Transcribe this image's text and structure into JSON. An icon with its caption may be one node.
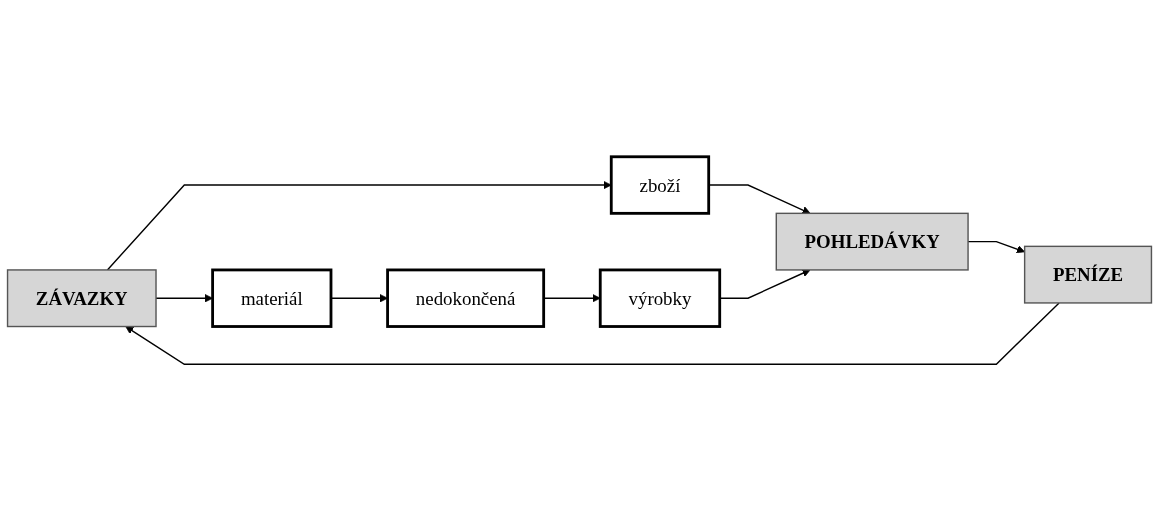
{
  "diagram": {
    "nodes": [
      {
        "text": [
          "ZÁVAZKY"
        ]
      },
      {
        "text": [
          "zboží"
        ]
      },
      {
        "text": [
          "POHLEDÁVKY"
        ]
      },
      {
        "text": [
          "materiál"
        ]
      },
      {
        "text": [
          "nedokončená"
        ]
      },
      {
        "text": [
          "výrobky"
        ]
      },
      {
        "text": [
          "PENÍZE"
        ]
      }
    ],
    "edges": [
      {
        "from": 0,
        "to": 1,
        "arrow": "to"
      },
      {
        "from": 1,
        "to": 2,
        "arrow": "to"
      },
      {
        "from": 0,
        "to": 3,
        "arrow": "to"
      },
      {
        "from": 3,
        "to": 4,
        "arrow": "to"
      },
      {
        "from": 4,
        "to": 5,
        "arrow": "to"
      },
      {
        "from": 5,
        "to": 2,
        "arrow": "to"
      },
      {
        "from": 2,
        "to": 6,
        "arrow": "to"
      },
      {
        "from": 6,
        "to": 0,
        "arrow": "to"
      }
    ]
  }
}
